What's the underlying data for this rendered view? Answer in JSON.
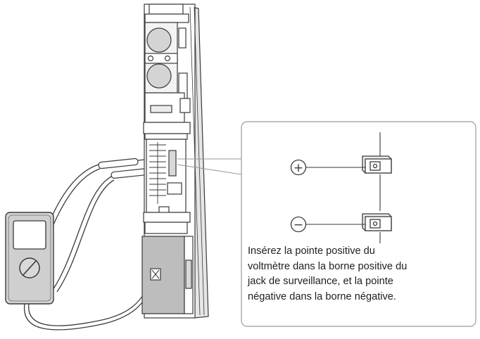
{
  "callout": {
    "positive_symbol": "+",
    "negative_symbol": "−",
    "caption_lines": [
      "Insérez la pointe positive du",
      "voltmètre dans la borne positive du",
      "jack de surveillance, et la pointe",
      "négative dans la borne négative."
    ]
  },
  "colors": {
    "line": "#3a3a3a",
    "device_body": "#ffffff",
    "device_shadow": "#d9d9d9",
    "meter_body": "#cfcfcf",
    "cover_fill": "#bdbdbd",
    "callout_border": "#9a9a9a"
  }
}
